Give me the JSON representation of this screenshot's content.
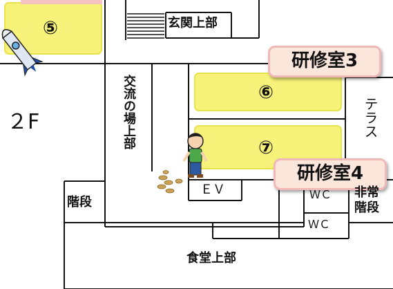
{
  "floor_label": "２F",
  "rooms": {
    "room5": "⑤",
    "room6": "⑥",
    "room7": "⑦",
    "entrance_upper": "玄関上部",
    "exchange_upper": "交流の場上部",
    "terrace": "テラス",
    "ev": "ＥＶ",
    "wc1": "ＷＣ",
    "wc2": "ＷＣ",
    "emergency_stairs": "非常階段",
    "stairs": "階段",
    "cafeteria_upper": "食堂上部"
  },
  "tags": {
    "study3": "研修室3",
    "study4": "研修室4"
  },
  "colors": {
    "room_fill": "#f7f27a",
    "room_border": "#e8e34a",
    "tag_fill": "#fbe6dc",
    "tag_border": "#f0b8b8"
  },
  "icons": [
    "rocket-icon",
    "person-icon",
    "footprints-icon"
  ]
}
